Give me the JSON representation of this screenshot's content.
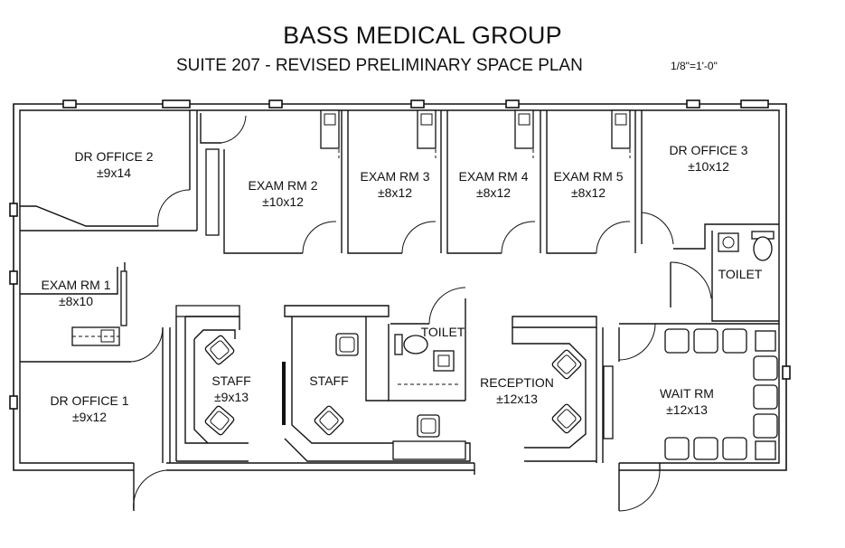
{
  "header": {
    "title": "BASS MEDICAL GROUP",
    "subtitle": "SUITE 207 - REVISED PRELIMINARY SPACE PLAN",
    "scale": "1/8\"=1'-0\""
  },
  "rooms": {
    "dr_office_2": {
      "name": "DR OFFICE 2",
      "size": "±9x14"
    },
    "exam_rm_2": {
      "name": "EXAM RM 2",
      "size": "±10x12"
    },
    "exam_rm_3": {
      "name": "EXAM RM 3",
      "size": "±8x12"
    },
    "exam_rm_4": {
      "name": "EXAM RM 4",
      "size": "±8x12"
    },
    "exam_rm_5": {
      "name": "EXAM RM 5",
      "size": "±8x12"
    },
    "dr_office_3": {
      "name": "DR OFFICE 3",
      "size": "±10x12"
    },
    "toilet_right": {
      "name": "TOILET"
    },
    "exam_rm_1": {
      "name": "EXAM RM 1",
      "size": "±8x10"
    },
    "toilet_center": {
      "name": "TOILET"
    },
    "staff_left": {
      "name": "STAFF",
      "size": "±9x13"
    },
    "staff_center": {
      "name": "STAFF"
    },
    "reception": {
      "name": "RECEPTION",
      "size": "±12x13"
    },
    "wait_rm": {
      "name": "WAIT RM",
      "size": "±12x13"
    },
    "dr_office_1": {
      "name": "DR OFFICE 1",
      "size": "±9x12"
    }
  },
  "icons": [
    "chair-icon",
    "sink-icon",
    "toilet-icon",
    "door-swing-icon",
    "counter-icon"
  ]
}
